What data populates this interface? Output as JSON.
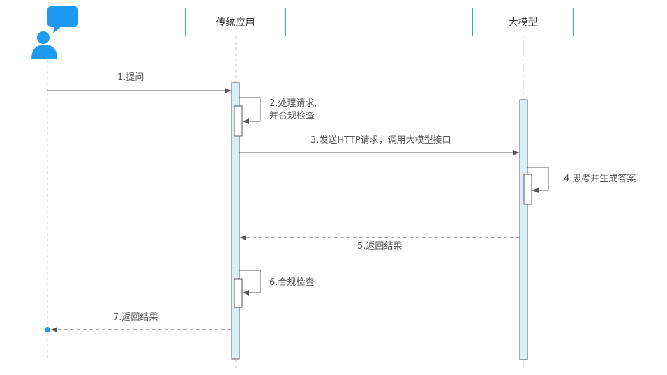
{
  "participants": {
    "app": "传统应用",
    "model": "大模型"
  },
  "messages": {
    "m1": "1.提问",
    "m2_line1": "2.处理请求,",
    "m2_line2": "并合规检查",
    "m3": "3.发送HTTP请求，调用大模型接口",
    "m4": "4.思考并生成答案",
    "m5": "5.返回结果",
    "m6": "6.合规检查",
    "m7": "7.返回结果"
  },
  "colors": {
    "accent": "#1e9bf0",
    "box_border": "#39a8c6",
    "activation_fill": "#dbeefd",
    "line": "#555555",
    "lifeline": "#c8c8c8"
  },
  "icons": {
    "user": "user-chat-icon"
  }
}
